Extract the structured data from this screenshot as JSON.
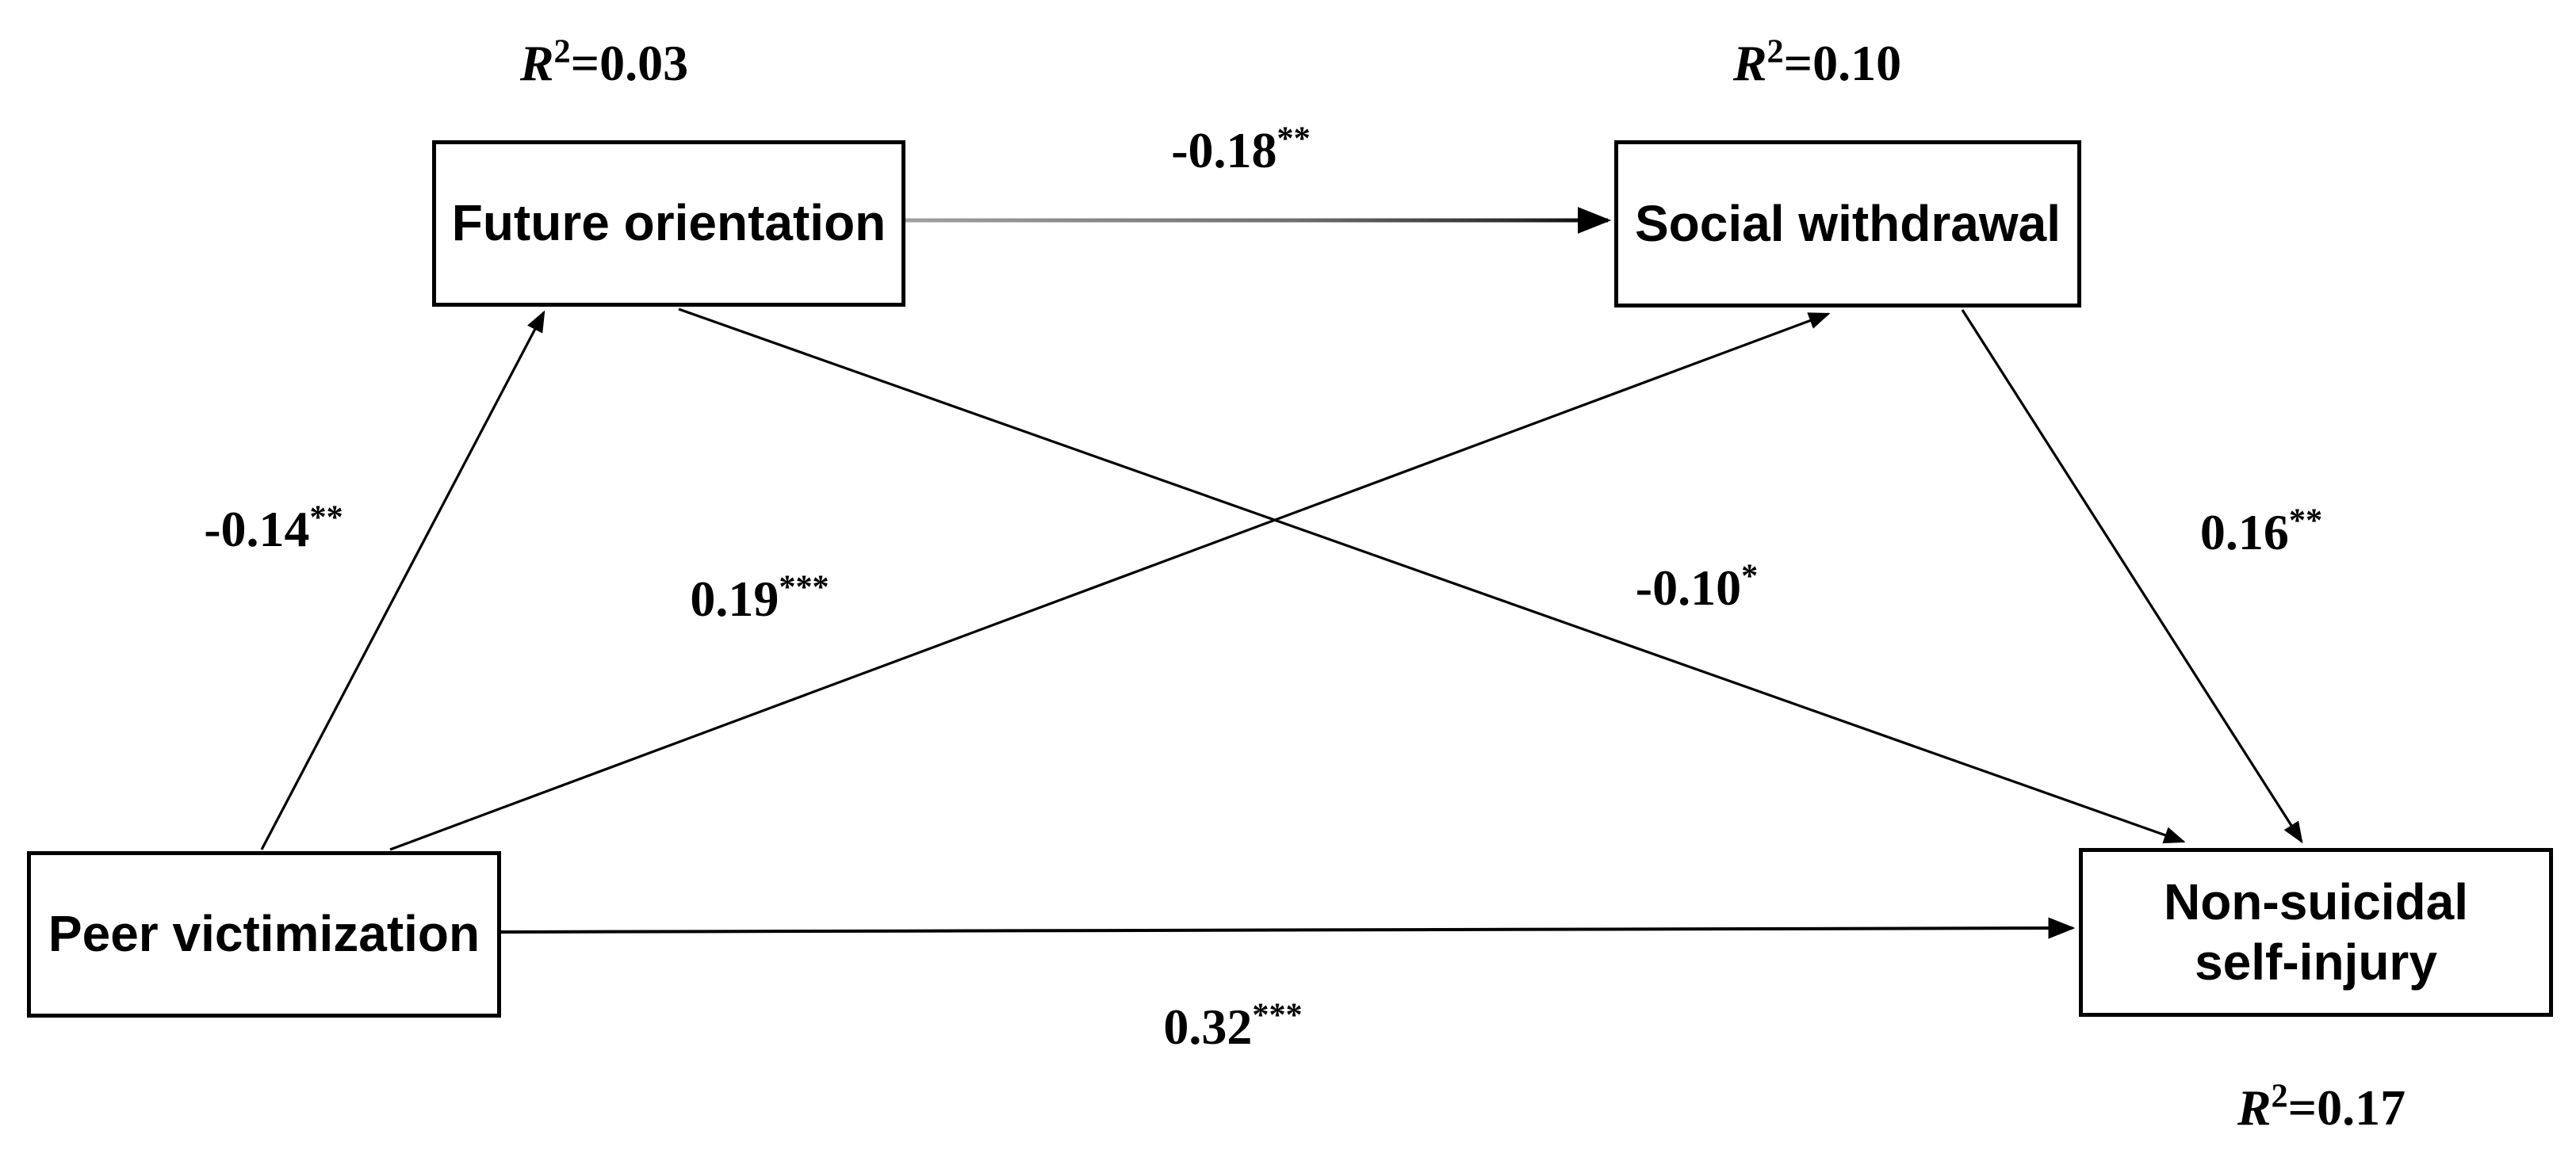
{
  "diagram": {
    "background_color": "#ffffff",
    "box_border_color": "#000000",
    "text_color": "#000000",
    "arrow_color": "#000000",
    "mediator_arrow_color": "#6f6f6f"
  },
  "nodes": [
    {
      "id": "future-orientation",
      "label": "Future orientation",
      "r2": {
        "variable": "R",
        "exponent": "2",
        "equals_value": "=0.03"
      }
    },
    {
      "id": "social-withdrawal",
      "label": "Social withdrawal",
      "r2": {
        "variable": "R",
        "exponent": "2",
        "equals_value": "=0.10"
      }
    },
    {
      "id": "peer-victimization",
      "label": "Peer victimization"
    },
    {
      "id": "non-suicidal-self-injury",
      "label_lines": [
        "Non-suicidal",
        "self-injury"
      ],
      "r2": {
        "variable": "R",
        "exponent": "2",
        "equals_value": "=0.17"
      }
    }
  ],
  "edges": [
    {
      "from": "peer-victimization",
      "to": "future-orientation",
      "coefficient": "-0.14",
      "significance": "**"
    },
    {
      "from": "future-orientation",
      "to": "social-withdrawal",
      "coefficient": "-0.18",
      "significance": "**"
    },
    {
      "from": "peer-victimization",
      "to": "social-withdrawal",
      "coefficient": "0.19",
      "significance": "***"
    },
    {
      "from": "future-orientation",
      "to": "non-suicidal-self-injury",
      "coefficient": "-0.10",
      "significance": "*"
    },
    {
      "from": "social-withdrawal",
      "to": "non-suicidal-self-injury",
      "coefficient": "0.16",
      "significance": "**"
    },
    {
      "from": "peer-victimization",
      "to": "non-suicidal-self-injury",
      "coefficient": "0.32",
      "significance": "***"
    }
  ]
}
